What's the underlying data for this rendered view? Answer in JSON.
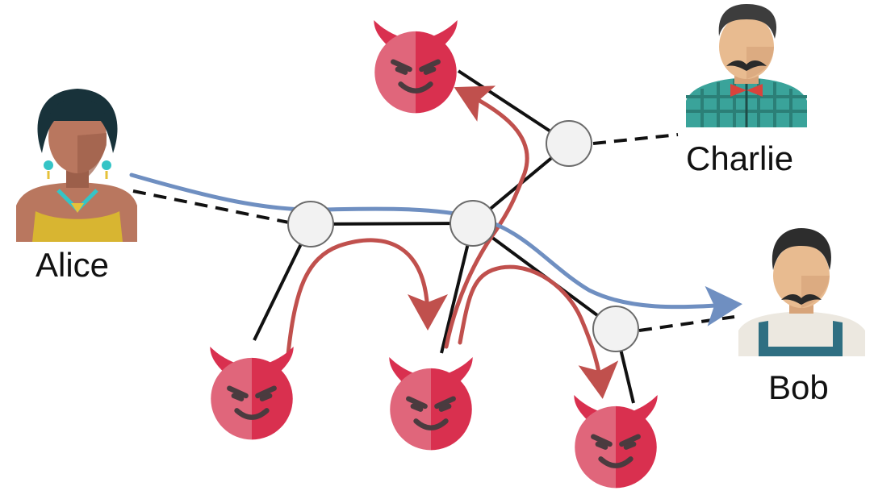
{
  "people": {
    "alice": {
      "name": "Alice"
    },
    "bob": {
      "name": "Bob"
    },
    "charlie": {
      "name": "Charlie"
    }
  },
  "colors": {
    "background": "#ffffff",
    "link": "#111111",
    "node_fill": "#f2f2f2",
    "node_stroke": "#6b6b6b",
    "honest_path": "#6f8fc1",
    "attack_path": "#c0504d",
    "devil_left": "#e0667b",
    "devil_right": "#d9304f",
    "devil_horn": "#d9304f",
    "devil_face": "#4a3b3f"
  },
  "icons": {
    "alice": "woman-avatar-icon",
    "bob": "man-mustache-overalls-icon",
    "charlie": "man-mustache-bowtie-icon",
    "adversary": "devil-face-icon",
    "relay": "relay-node-circle"
  }
}
